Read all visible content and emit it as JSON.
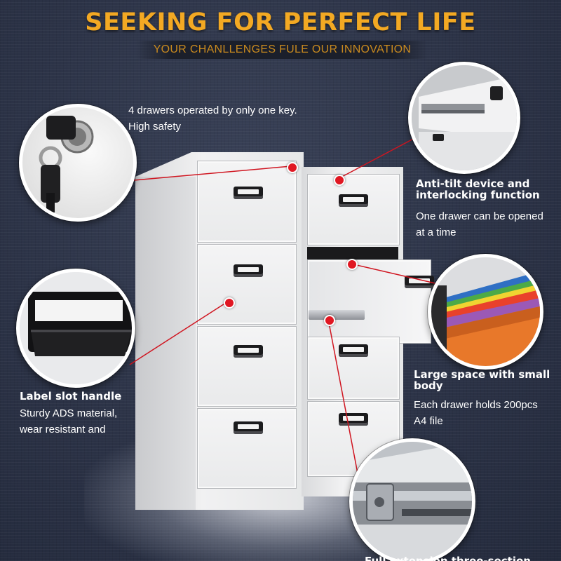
{
  "header": {
    "title": "SEEKING FOR PERFECT LIFE",
    "subtitle": "YOUR CHANLLENGES FULE OUR INNOVATION"
  },
  "features": {
    "lock": {
      "lines": [
        "4 drawers operated by only one key.",
        "High safety"
      ]
    },
    "anti_tilt": {
      "title_lines": [
        "Anti-tilt device and",
        "interlocking function"
      ],
      "lines": [
        "One drawer can be opened",
        "at a time"
      ]
    },
    "label_slot": {
      "title": "Label slot handle",
      "lines": [
        "Sturdy ADS material,",
        "wear resistant and"
      ]
    },
    "large_space": {
      "title_lines": [
        "Large space with small",
        "body"
      ],
      "lines": [
        "Each drawer holds 200pcs",
        "A4 file"
      ]
    },
    "rail": {
      "title": "Full extension three-section"
    }
  },
  "icons": [
    "key-lock-icon",
    "drawer-rail-icon",
    "label-handle-icon",
    "hanging-files-icon",
    "ball-bearing-slide-icon"
  ],
  "colors": {
    "accent": "#f3a923",
    "marker": "#e01722",
    "background": "#2c3347"
  }
}
